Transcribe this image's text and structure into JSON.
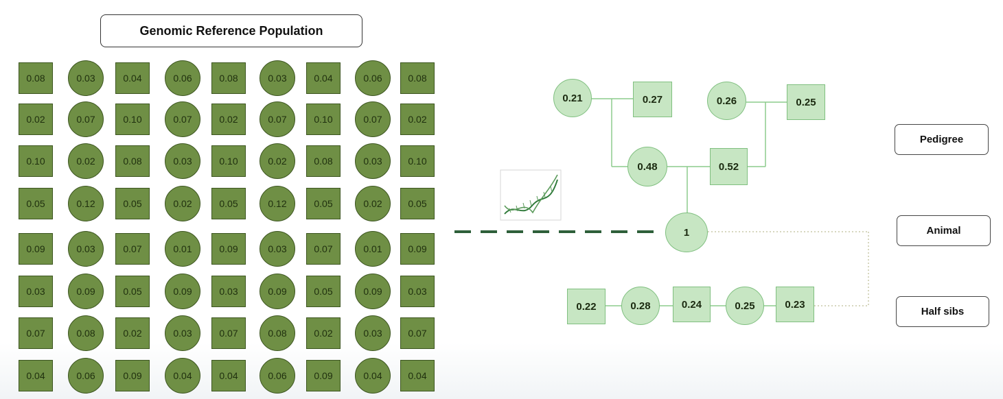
{
  "title": "Genomic Reference Population",
  "reference_grid": {
    "rows": [
      [
        "0.08",
        "0.03",
        "0.04",
        "0.06",
        "0.08",
        "0.03",
        "0.04",
        "0.06",
        "0.08"
      ],
      [
        "0.02",
        "0.07",
        "0.10",
        "0.07",
        "0.02",
        "0.07",
        "0.10",
        "0.07",
        "0.02"
      ],
      [
        "0.10",
        "0.02",
        "0.08",
        "0.03",
        "0.10",
        "0.02",
        "0.08",
        "0.03",
        "0.10"
      ],
      [
        "0.05",
        "0.12",
        "0.05",
        "0.02",
        "0.05",
        "0.12",
        "0.05",
        "0.02",
        "0.05"
      ],
      [
        "0.09",
        "0.03",
        "0.07",
        "0.01",
        "0.09",
        "0.03",
        "0.07",
        "0.01",
        "0.09"
      ],
      [
        "0.03",
        "0.09",
        "0.05",
        "0.09",
        "0.03",
        "0.09",
        "0.05",
        "0.09",
        "0.03"
      ],
      [
        "0.07",
        "0.08",
        "0.02",
        "0.03",
        "0.07",
        "0.08",
        "0.02",
        "0.03",
        "0.07"
      ],
      [
        "0.04",
        "0.06",
        "0.09",
        "0.04",
        "0.04",
        "0.06",
        "0.09",
        "0.04",
        "0.04"
      ]
    ]
  },
  "pedigree": {
    "grandsire_dam_left": "0.21",
    "grandsire_left": "0.27",
    "grandsire_dam_right": "0.26",
    "grandsire_right": "0.25",
    "dam": "0.48",
    "sire": "0.52",
    "animal": "1"
  },
  "half_sibs": [
    "0.22",
    "0.28",
    "0.24",
    "0.25",
    "0.23"
  ],
  "labels": {
    "pedigree": "Pedigree",
    "animal": "Animal",
    "half_sibs": "Half sibs"
  },
  "icons": {
    "dna": "dna-icon"
  },
  "colors": {
    "reference_fill": "#6f8f45",
    "reference_border": "#3c5520",
    "pedigree_fill": "#c7e6c3",
    "pedigree_border": "#7fbf7f",
    "genomic_link": "#2e5f3a",
    "halfsib_link": "#c9c9a8"
  }
}
